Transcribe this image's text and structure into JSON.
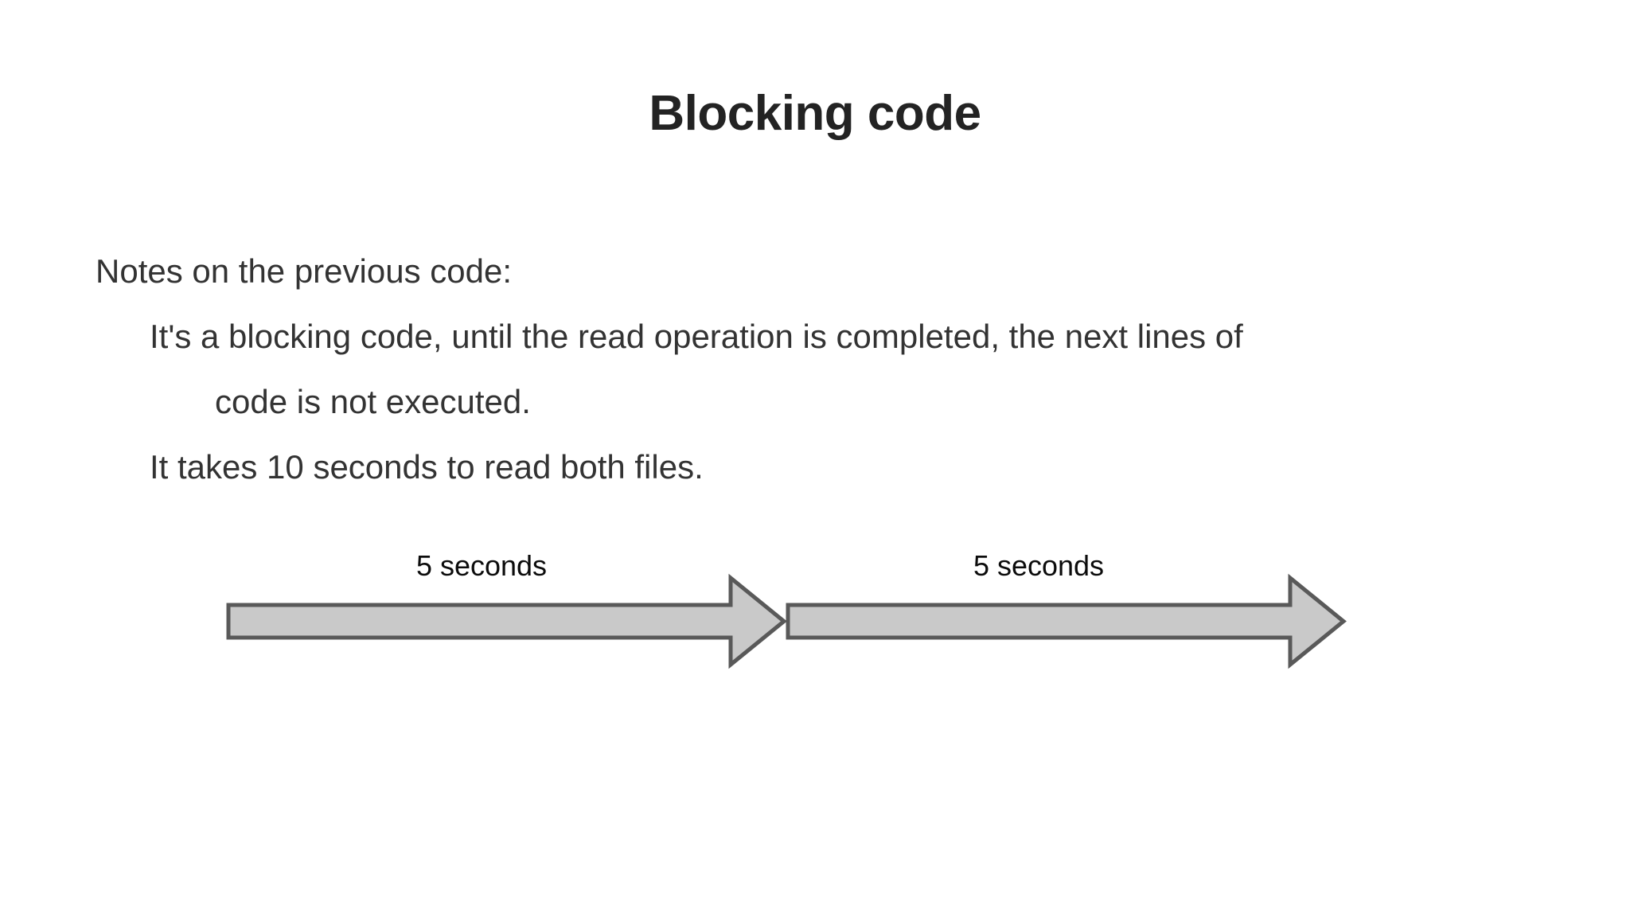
{
  "slide": {
    "title": "Blocking code",
    "background_color": "#ffffff",
    "title_color": "#232323",
    "body_color": "#333333"
  },
  "body": {
    "lines": [
      {
        "text": "Notes on the previous code:",
        "level": 0
      },
      {
        "text": "It's a blocking code, until the read operation is completed, the next lines of",
        "level": 1
      },
      {
        "text": "code is not executed.",
        "level": 2
      },
      {
        "text": "It takes 10 seconds to read both files.",
        "level": 1
      }
    ]
  },
  "diagram": {
    "type": "sequential-block-arrows",
    "arrow_fill_color": "#c9c9c9",
    "arrow_border_color": "#595959",
    "label_color": "#0c0c0c",
    "arrows": [
      {
        "label": "5 seconds",
        "duration_seconds": 5,
        "order": 1
      },
      {
        "label": "5 seconds",
        "duration_seconds": 5,
        "order": 2
      }
    ],
    "total_seconds": 10
  }
}
